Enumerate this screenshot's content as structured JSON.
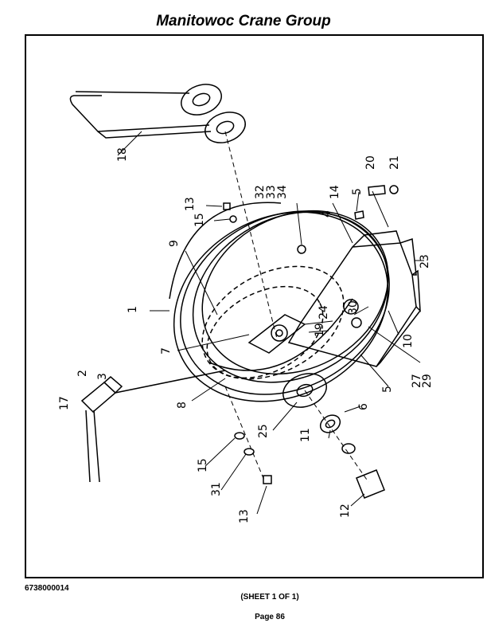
{
  "header": {
    "title": "Manitowoc Crane Group"
  },
  "footer": {
    "doc_number": "6738000014",
    "sheet": "(SHEET 1 OF 1)",
    "page": "Page 86"
  },
  "callouts": [
    "18",
    "13",
    "15",
    "9",
    "1",
    "32",
    "33",
    "34",
    "14",
    "5",
    "4",
    "20",
    "21",
    "23",
    "10",
    "30",
    "24",
    "19",
    "7",
    "8",
    "27",
    "29",
    "5",
    "2",
    "3",
    "17",
    "6",
    "25",
    "11",
    "15",
    "31",
    "13",
    "12"
  ]
}
